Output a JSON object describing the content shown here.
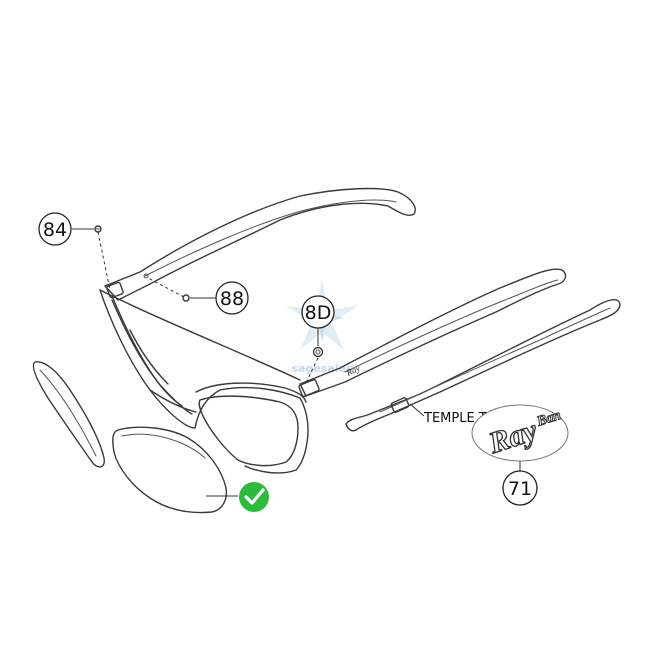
{
  "callouts": {
    "screw_84": "84",
    "screw_88": "88",
    "part_8d": "8D",
    "trim_71": "71"
  },
  "labels": {
    "temple_trim": "TEMPLE TRIM"
  },
  "watermark": {
    "text": "sagesales"
  },
  "colors": {
    "check_green": "#2dbb3c",
    "watermark_blue": "#8fb5d9",
    "line": "#3a3a3a"
  },
  "icons": {
    "verified": "check-circle-icon"
  }
}
